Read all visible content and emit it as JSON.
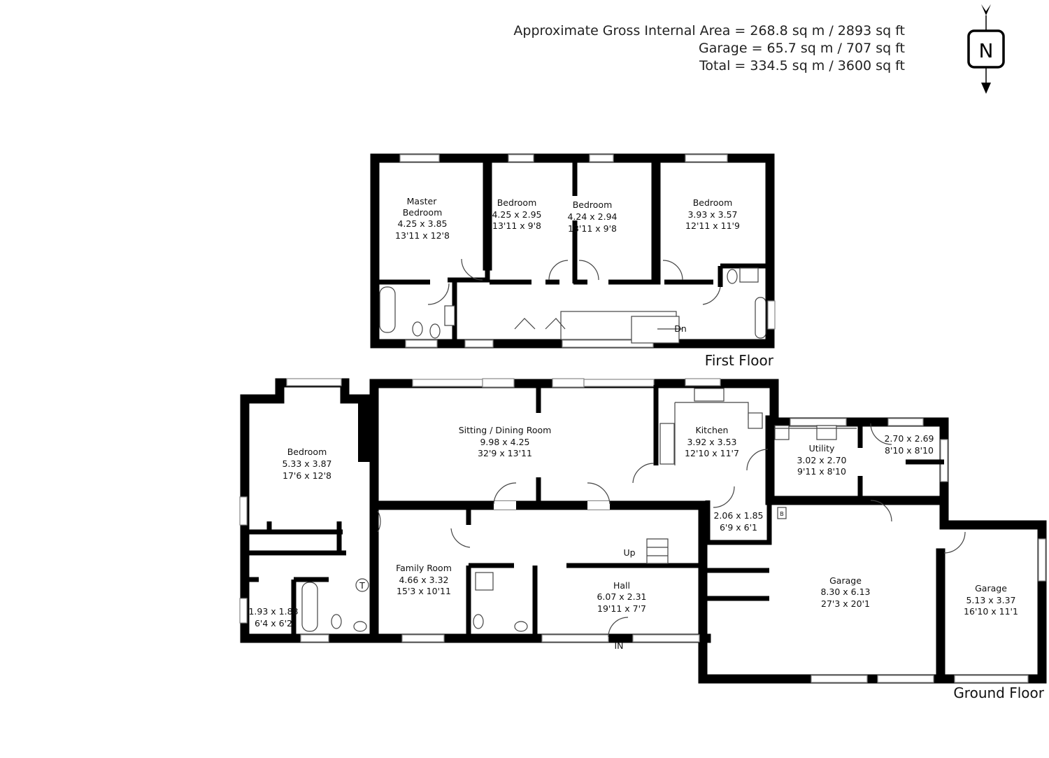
{
  "areas": {
    "gross_internal": "Approximate Gross Internal Area = 268.8 sq m / 2893 sq ft",
    "garage": "Garage = 65.7 sq m / 707 sq ft",
    "total": "Total = 334.5 sq m / 3600 sq ft"
  },
  "compass": {
    "letter": "N",
    "icon": "north-arrow-icon"
  },
  "first_floor": {
    "title": "First Floor",
    "stairs_label": "Dn",
    "rooms": [
      {
        "name": "Master",
        "name2": "Bedroom",
        "metric": "4.25 x 3.85",
        "imperial": "13'11 x 12'8"
      },
      {
        "name": "Bedroom",
        "metric": "4.25 x 2.95",
        "imperial": "13'11 x 9'8"
      },
      {
        "name": "Bedroom",
        "metric": "4.24 x 2.94",
        "imperial": "13'11 x 9'8"
      },
      {
        "name": "Bedroom",
        "metric": "3.93 x 3.57",
        "imperial": "12'11 x 11'9"
      }
    ]
  },
  "ground_floor": {
    "title": "Ground Floor",
    "stairs_label": "Up",
    "entrance_label": "IN",
    "boiler_label": "B",
    "tank_label": "T",
    "rooms": [
      {
        "name": "Bedroom",
        "metric": "5.33 x 3.87",
        "imperial": "17'6 x 12'8"
      },
      {
        "name": "Sitting / Dining Room",
        "metric": "9.98 x 4.25",
        "imperial": "32'9 x 13'11"
      },
      {
        "name": "Kitchen",
        "metric": "3.92 x 3.53",
        "imperial": "12'10 x 11'7"
      },
      {
        "name": "Utility",
        "metric": "3.02 x 2.70",
        "imperial": "9'11 x 8'10"
      },
      {
        "name": "",
        "metric": "2.70 x 2.69",
        "imperial": "8'10 x 8'10"
      },
      {
        "name": "",
        "metric": "2.06 x 1.85",
        "imperial": "6'9 x 6'1"
      },
      {
        "name": "Family Room",
        "metric": "4.66 x 3.32",
        "imperial": "15'3 x 10'11"
      },
      {
        "name": "",
        "metric": "1.93 x 1.88",
        "imperial": "6'4 x 6'2"
      },
      {
        "name": "Hall",
        "metric": "6.07 x 2.31",
        "imperial": "19'11 x 7'7"
      },
      {
        "name": "Garage",
        "metric": "8.30 x 6.13",
        "imperial": "27'3 x 20'1"
      },
      {
        "name": "Garage",
        "metric": "5.13 x 3.37",
        "imperial": "16'10 x 11'1"
      }
    ]
  }
}
